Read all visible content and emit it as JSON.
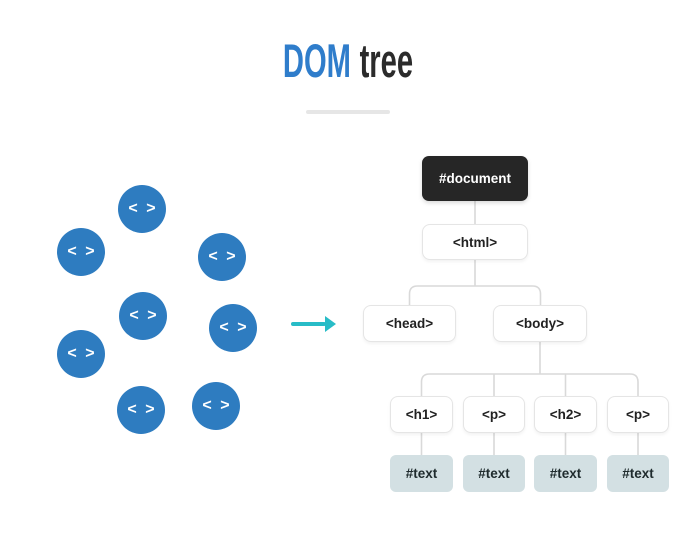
{
  "title": {
    "accent": "DOM",
    "rest": "tree"
  },
  "colors": {
    "blue": "#2E7CC0",
    "titleblue": "#2F7DCB",
    "titledark": "#2B2B2B",
    "teal": "#28BCC7",
    "darkbox": "#262626",
    "textnodebg": "#D3E0E3",
    "line": "#D9D9D9",
    "border": "#E5E5E5",
    "divider": "#E6E6E6",
    "nodetext": "#222222"
  },
  "scatter": {
    "icon_glyph": "< >"
  },
  "tree": {
    "document": "#document",
    "html": "<html>",
    "head": "<head>",
    "body": "<body>",
    "elements": [
      "<h1>",
      "<p>",
      "<h2>",
      "<p>"
    ],
    "texts": [
      "#text",
      "#text",
      "#text",
      "#text"
    ]
  }
}
